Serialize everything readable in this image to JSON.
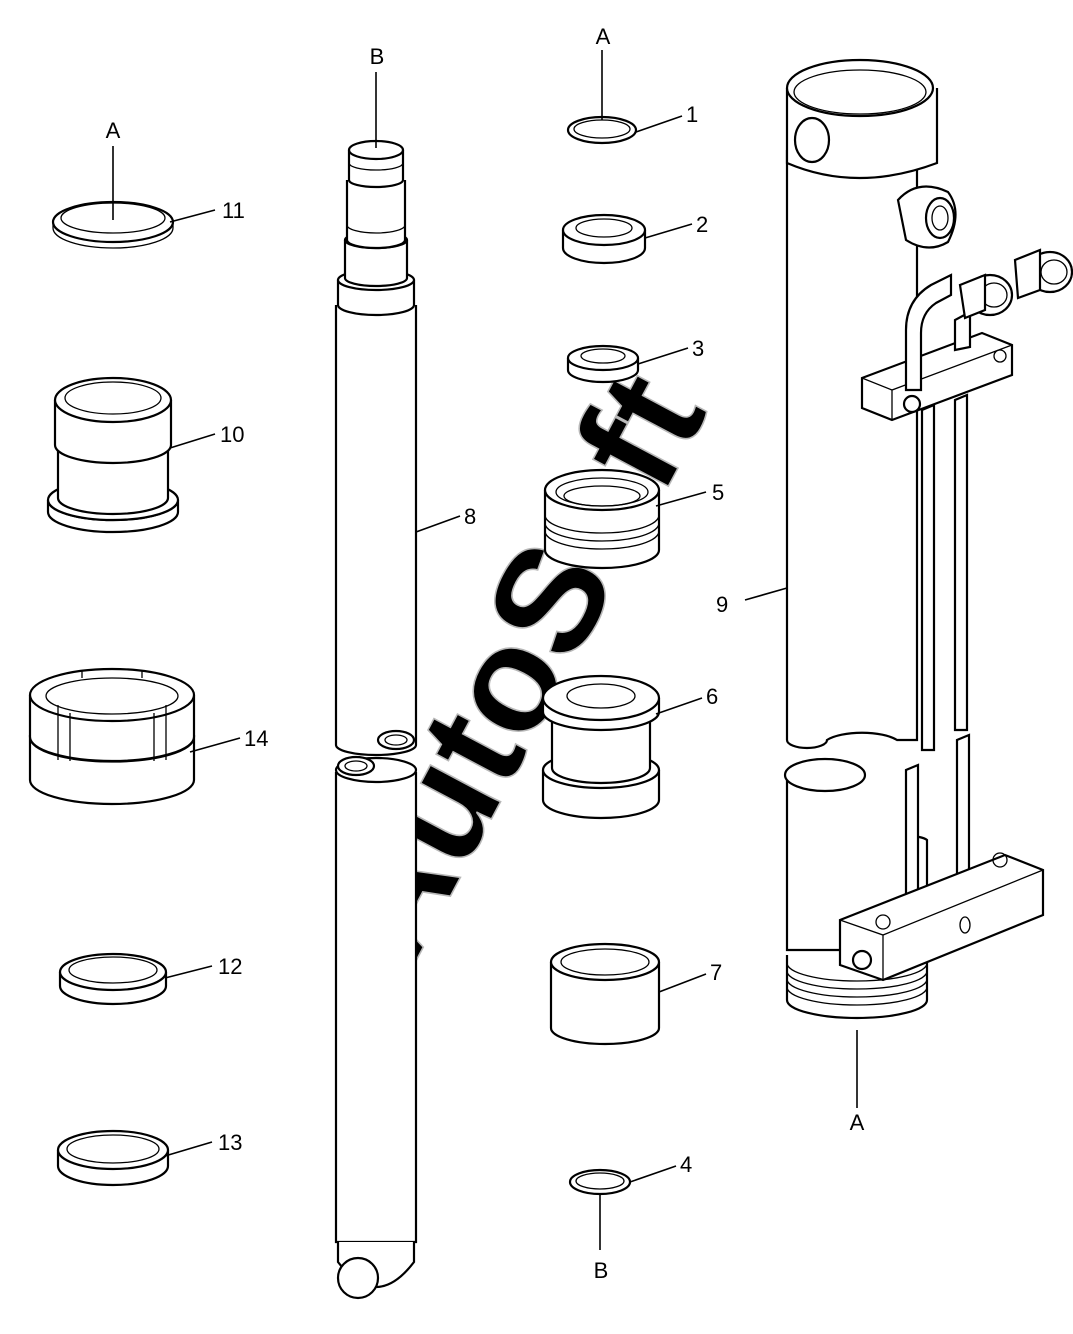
{
  "watermark": "AutoSoft",
  "reference_letters": {
    "a_top_left": "A",
    "b_top_rod": "B",
    "a_top_center": "A",
    "a_bottom_barrel": "A",
    "b_bottom_ring": "B"
  },
  "callouts": {
    "p1": "1",
    "p2": "2",
    "p3": "3",
    "p4": "4",
    "p5": "5",
    "p6": "6",
    "p7": "7",
    "p8": "8",
    "p9": "9",
    "p10": "10",
    "p11": "11",
    "p12": "12",
    "p13": "13",
    "p14": "14"
  }
}
